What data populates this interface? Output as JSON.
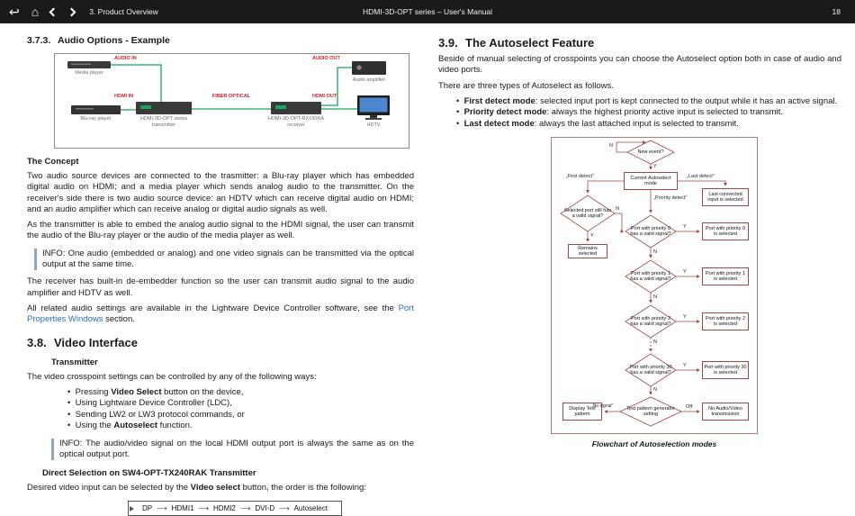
{
  "topbar": {
    "section": "3. Product Overview",
    "title": "HDMI-3D-OPT series – User's Manual",
    "page": "18",
    "icons": {
      "back": "↩",
      "home": "⌂"
    }
  },
  "ui": {
    "arrow": "⟶"
  },
  "audio_example": {
    "heading_num": "3.7.3.",
    "heading": "Audio Options - Example",
    "diagram": {
      "audio_in": "AUDIO IN",
      "audio_out": "AUDIO OUT",
      "hdmi_in": "HDMI IN",
      "fiber": "FIBER OPTICAL",
      "hdmi_out": "HDMI OUT",
      "media_player": "Media player",
      "audio_amplifier": "Audio amplifier",
      "bluray": "Blu-ray player",
      "transmitter_line1": "HDMI-3D-OPT series",
      "transmitter_line2": "transmitter",
      "receiver_line1": "HDMI-3D-OPT-RX150RA",
      "receiver_line2": "receiver",
      "hdtv": "HDTV"
    },
    "concept_heading": "The Concept",
    "para1": "Two audio source devices are connected to the trasmitter: a Blu-ray player which has embedded digital audio on HDMI; and a media player which sends analog audio to the transmitter. On the receiver's side there is two audio source device: an HDTV which can receive digital audio on HDMI; and an audio amplifier which can receive analog or digital audio signals as well.",
    "para2": "As the transmitter is able to embed the analog audio signal to the HDMI signal, the user can transmit the audio of the Blu-ray player or the audio of the media player as well.",
    "info1": "INFO: One audio (embedded or analog) and one video signals can be transmitted via the optical output at the same time.",
    "para3": "The receiver has built-in de-embedder function so the user can transmit audio signal to the audio amplifier and HDTV as well.",
    "para4_pre": "All related audio settings are available in the Lightware Device Controller software, see the ",
    "para4_link": "Port Properties Windows",
    "para4_post": " section."
  },
  "video_interface": {
    "heading_num": "3.8.",
    "heading": "Video Interface",
    "transmitter_heading": "Transmitter",
    "intro": "The video crosspoint settings can be controlled by any of the following ways:",
    "bullets": [
      {
        "pre": "Pressing ",
        "bold": "Video Select",
        "post": " button on the device,"
      },
      {
        "pre": "Using Lightware Device Controller (LDC),",
        "bold": "",
        "post": ""
      },
      {
        "pre": "Sending LW2 or LW3 protocol commands, or",
        "bold": "",
        "post": ""
      },
      {
        "pre": "Using the ",
        "bold": "Autoselect",
        "post": " function."
      }
    ],
    "info": "INFO: The audio/video signal on the local HDMI output port is always the same as on the optical output port.",
    "direct_heading": "Direct Selection on SW4-OPT-TX240RAK Transmitter",
    "direct_pre": "Desired video input can be selected by the ",
    "direct_bold": "Video select",
    "direct_post": " button, the order is the following:",
    "cycle": [
      "DP",
      "HDMI1",
      "HDMI2",
      "DVI-D",
      "Autoselect"
    ]
  },
  "autoselect": {
    "heading_num": "3.9.",
    "heading": "The Autoselect Feature",
    "para1": "Beside of manual selecting of crosspoints you can choose the Autoselect option both in case of audio and video ports.",
    "para2": "There are three types of Autoselect as follows.",
    "bullets": [
      {
        "bold": "First detect mode",
        "post": ": selected input port is kept connected to the output while it has an active signal."
      },
      {
        "bold": "Priority detect mode",
        "post": ": always the highest priority active input is selected to transmit."
      },
      {
        "bold": "Last detect mode",
        "post": ": always the last attached input is selected to transmit."
      }
    ],
    "flowchart": {
      "new_event": "New event?",
      "current_mode": "Current Autoselect mode",
      "first_detect": "„First detect”",
      "priority_detect": "„Priority detect”",
      "last_detect": "„Last detect”",
      "last_connected": "Last connected input is selected",
      "selected_port": "Selected port still has a valid signal?",
      "remains": "Remains selected",
      "p0q": "Port with priority 0 has a valid signal?",
      "p0s": "Port with priority 0 is selected",
      "p1q": "Port with priority 1 has a valid signal?",
      "p1s": "Port with priority 1 is selected",
      "p2q": "Port with priority 2 has a valid signal?",
      "p2s": "Port with priority 2 is selected",
      "p30q": "Port with priority 30 has a valid signal?",
      "p30s": "Port with priority 30 is selected",
      "test_pattern": "Test pattern generator setting",
      "display_test": "Display Test pattern",
      "no_av": "No Audio/Video transmission",
      "no_signal": "„No signal”",
      "off": "Off",
      "yes": "Y",
      "no": "N"
    },
    "caption": "Flowchart of Autoselection modes"
  }
}
